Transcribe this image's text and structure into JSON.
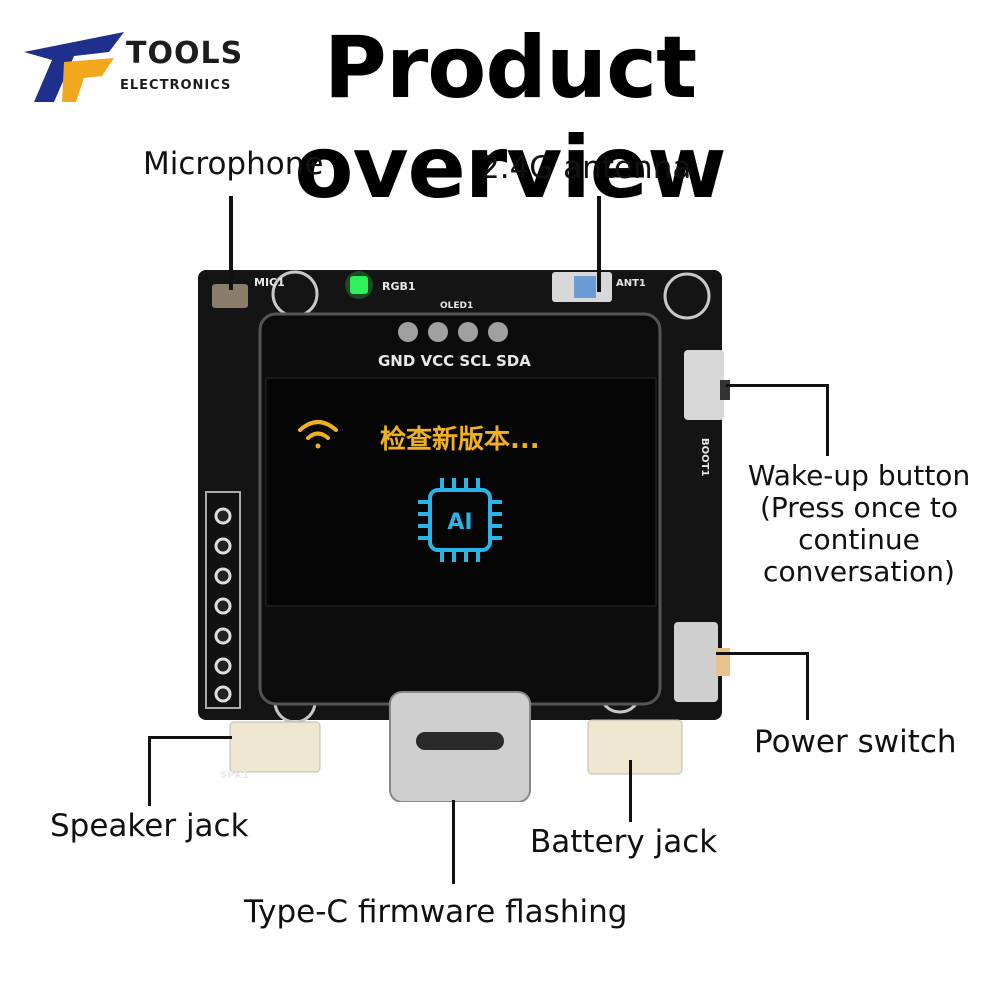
{
  "header": {
    "title": "Product overview",
    "logo_line1": "TOOLS",
    "logo_line2": "ELECTRONICS"
  },
  "callouts": {
    "microphone": "Microphone",
    "antenna": "2.4G antenna",
    "wake_button": [
      "Wake-up button",
      "(Press once to",
      "continue",
      "conversation)"
    ],
    "power_switch": "Power switch",
    "speaker_jack": "Speaker jack",
    "battery_jack": "Battery jack",
    "type_c": "Type-C firmware flashing"
  },
  "board": {
    "silkscreen": {
      "mic": "MIC1",
      "rgb": "RGB1",
      "antenna": "ANT1",
      "oled": "OLED1",
      "pins": "GND VCC SCL SDA",
      "boot": "BOOT1",
      "speaker": "SPK1"
    },
    "screen": {
      "status_text": "检查新版本...",
      "chip_label": "AI"
    }
  },
  "colors": {
    "pcb": "#141414",
    "screen_text": "#f0b020",
    "chip_icon": "#2ab3e6",
    "led": "#2ef05a"
  }
}
